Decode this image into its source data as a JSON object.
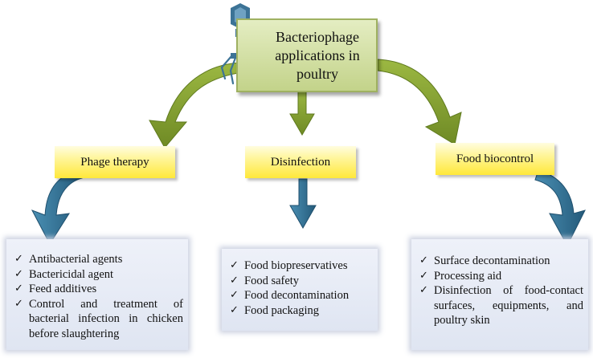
{
  "root": {
    "label": "Bacteriophage applications in poultry"
  },
  "categories": [
    {
      "key": "phage-therapy",
      "label": "Phage therapy",
      "items": [
        "Antibacterial agents",
        "Bactericidal agent",
        "Feed additives",
        "Control and treatment of bacterial infection in chicken before slaughtering"
      ]
    },
    {
      "key": "disinfection",
      "label": "Disinfection",
      "items": [
        "Food biopreservatives",
        "Food safety",
        "Food decontamination",
        "Food packaging"
      ]
    },
    {
      "key": "food-biocontrol",
      "label": "Food biocontrol",
      "items": [
        "Surface decontamination",
        "Processing aid",
        "Disinfection of food-contact surfaces, equipments, and poultry skin"
      ]
    }
  ],
  "check_mark": "✓",
  "icon": "bacteriophage-icon",
  "colors": {
    "root_fill": "#c9d894",
    "category_fill": "#ffe83a",
    "panel_fill": "#e6eaf5",
    "green_arrow": "#7f9a2c",
    "blue_arrow": "#2f6f92",
    "phage": "#3c7396"
  }
}
